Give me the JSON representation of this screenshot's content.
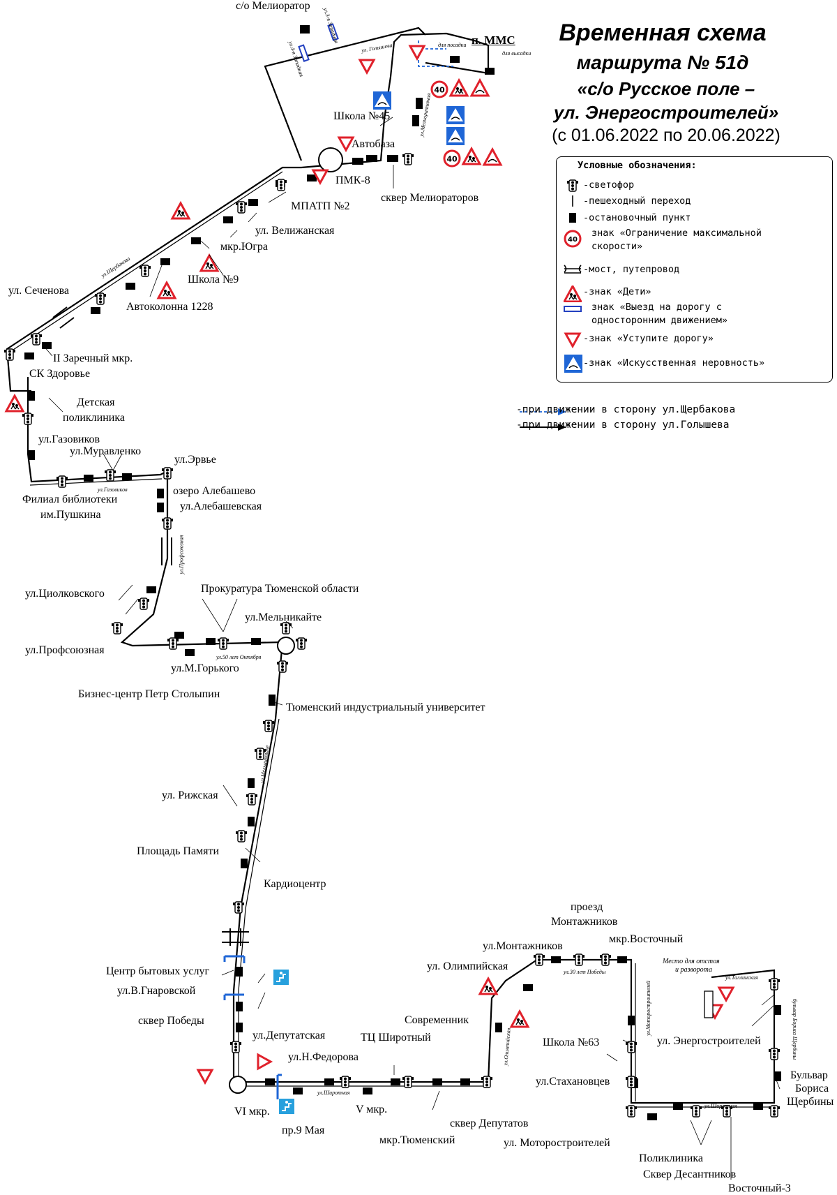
{
  "title": {
    "line1": "Временная схема",
    "line2": "маршрута № 51д",
    "line3": "«с/о Русское поле –",
    "line4": "ул. Энергостроителей»",
    "period": "(с 01.06.2022 по 20.06.2022)"
  },
  "legend": {
    "title": "Условные обозначения:",
    "traffic_light": "-светофор",
    "crossing": "-пешеходный переход",
    "stop": "-остановочный пункт",
    "speed_limit_1": "знак «Ограничение максимальной",
    "speed_limit_2": "скорости»",
    "speed_limit_value": "40",
    "bridge": "-мост, путепровод",
    "children": "-знак «Дети»",
    "oneway_1": "знак «Выезд на дорогу с",
    "oneway_2": "односторонним движением»",
    "yield": "-знак «Уступите дорогу»",
    "bump": "-знак «Искусственная неровность»"
  },
  "directions": {
    "to_scherbakova": "-при движении в сторону ул.Щербакова",
    "to_golysheva": "-при движении в сторону ул.Голышева"
  },
  "stops": {
    "so_meliorator": "с/о Мелиоратор",
    "p_mms": "п. ММС",
    "dlya_posadki": "для посадки",
    "dlya_vysadki": "для высадки",
    "shkola45": "Школа №45",
    "avtobaza": "Автобаза",
    "pmk8": "ПМК-8",
    "skver_melioratorov": "сквер Мелиораторов",
    "mpatp2": "МПАТП №2",
    "velizhanskaya": "ул. Велижанская",
    "ugra": "мкр.Югра",
    "shkola9": "Школа №9",
    "avtokolonna": "Автоколонна 1228",
    "sechenova": "ул. Сеченова",
    "zarechny": "II Заречный мкр.",
    "sk_zdorovie": "СК Здоровье",
    "detskaya_1": "Детская",
    "detskaya_2": "поликлиника",
    "gazovikov": "ул.Газовиков",
    "muravlenko": "ул.Муравленко",
    "ervie": "ул.Эрвье",
    "alebashevo": "озеро Алебашево",
    "alebashevskaya": "ул.Алебашевская",
    "biblioteka_1": "Филиал библиотеки",
    "biblioteka_2": "им.Пушкина",
    "tsiolkovskogo": "ул.Циолковского",
    "prokuratura": "Прокуратура Тюменской области",
    "melnikaite": "ул.Мельникайте",
    "profsoyuznaya": "ул.Профсоюзная",
    "m_gorkogo": "ул.М.Горького",
    "stolypin": "Бизнес-центр Петр Столыпин",
    "tiu": "Тюменский индустриальный университет",
    "rizhskaya": "ул. Рижская",
    "pamyati": "Площадь Памяти",
    "kardiocentr": "Кардиоцентр",
    "cbu": "Центр бытовых услуг",
    "gnarovskoy": "ул.В.Гнаровской",
    "skver_pobedy": "сквер Победы",
    "deputatskaya": "ул.Депутатская",
    "n_fedorova": "ул.Н.Федорова",
    "tc_shirotny": "ТЦ Широтный",
    "sovremennik": "Современник",
    "olimpiyskaya": "ул. Олимпийская",
    "montazhnikov": "ул.Монтажников",
    "proezd_1": "проезд",
    "proezd_2": "Монтажников",
    "vostochny": "мкр.Восточный",
    "shkola63": "Школа №63",
    "stakhanovtsev": "ул.Стахановцев",
    "motorostroiteley": "ул. Моторостроителей",
    "vi_mkr": "VI мкр.",
    "pr9maya": "пр.9 Мая",
    "v_mkr": "V мкр.",
    "tyumensky": "мкр.Тюменский",
    "skver_deputatov": "сквер Депутатов",
    "poliklinika": "Поликлиника",
    "skver_desantnikov": "Сквер Десантников",
    "vostochny3": "Восточный-3",
    "energostroiteley": "ул. Энергостроителей",
    "bulvar_1": "Бульвар",
    "bulvar_2": "Бориса",
    "bulvar_3": "Щербины",
    "otstoy_1": "Место для отстоя",
    "otstoy_2": "и разворота"
  },
  "streets": {
    "golysheva": "ул. Голышева",
    "zapadnaya1": "ул.3-я Западная",
    "zapadnaya2": "ул.4-я Западная",
    "meliorativnaya": "ул.Мелиоративная",
    "scherbakova": "ул.Щербакова",
    "gazovikov": "ул.Газовиков",
    "profsoyuznaya": "ул.Профсоюзная",
    "oktyabr": "ул.50 лет Октября",
    "melnikaite": "ул.Мельникайте",
    "shirotnaya": "ул.Широтная",
    "olimpiyskaya": "ул.Олимпийская",
    "pobedy30": "ул.30 лет Победы",
    "motorostroiteley": "ул.Моторостроителей",
    "tallinskaya": "ул.Таллинская",
    "bulvar": "бульвар Бориса Щербины"
  },
  "colors": {
    "route": "#000000",
    "sign_red": "#e0212b",
    "sign_blue": "#1f66d6",
    "info_blue": "#27a0dd",
    "oneway": "#2340c0"
  },
  "icons": [
    "traffic-light-icon",
    "stop-icon",
    "crossing-icon",
    "speed-limit-icon",
    "children-sign-icon",
    "yield-sign-icon",
    "bump-sign-icon",
    "oneway-sign-icon",
    "underpass-icon",
    "bridge-icon"
  ]
}
